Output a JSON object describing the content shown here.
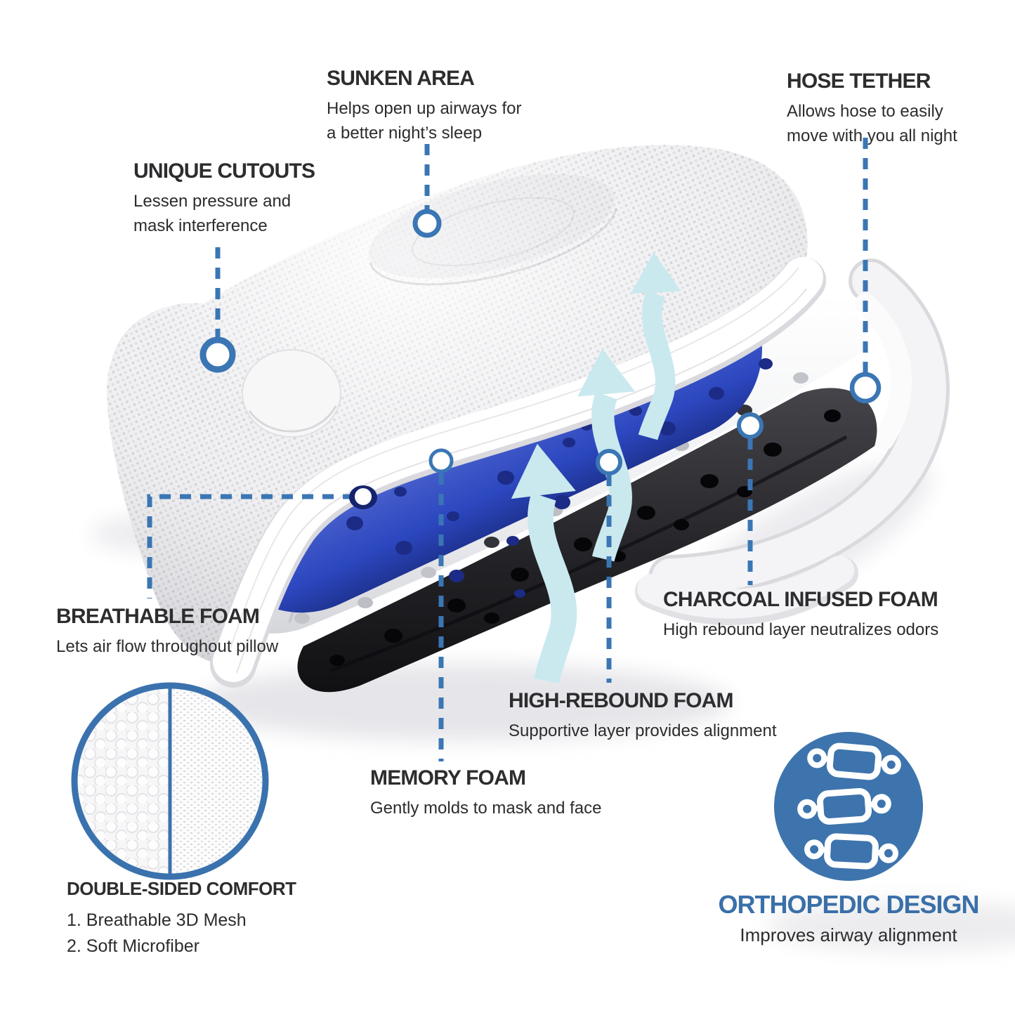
{
  "callouts": {
    "sunken_area": {
      "title": "SUNKEN AREA",
      "body": "Helps open up airways for\na better night’s sleep"
    },
    "unique_cutouts": {
      "title": "UNIQUE CUTOUTS",
      "body": "Lessen pressure and\nmask interference"
    },
    "hose_tether": {
      "title": "HOSE TETHER",
      "body": "Allows hose to easily\nmove with you all night"
    },
    "breathable_foam": {
      "title": "BREATHABLE FOAM",
      "body": "Lets air flow throughout pillow"
    },
    "charcoal_foam": {
      "title": "CHARCOAL INFUSED FOAM",
      "body": "High rebound layer neutralizes odors"
    },
    "high_rebound_foam": {
      "title": "HIGH-REBOUND FOAM",
      "body": "Supportive layer provides alignment"
    },
    "memory_foam": {
      "title": "MEMORY FOAM",
      "body": "Gently molds to mask and face"
    }
  },
  "detail_circle": {
    "title": "DOUBLE-SIDED COMFORT",
    "items": "1. Breathable 3D Mesh\n2. Soft Microfiber"
  },
  "badge": {
    "title": "ORTHOPEDIC DESIGN",
    "subtitle": "Improves airway alignment",
    "icon": "spine-icon"
  },
  "colors": {
    "accent_blue": "#3b76b4",
    "badge_blue": "#3d74ad",
    "badge_title_blue": "#3a70a9",
    "heading_text": "#2d2d2f",
    "body_text": "#2c2c2c",
    "memory_foam_blue": "#3f58c8",
    "charcoal_foam": "#1d1d20",
    "airflow_cyan": "#c9e9ef"
  }
}
